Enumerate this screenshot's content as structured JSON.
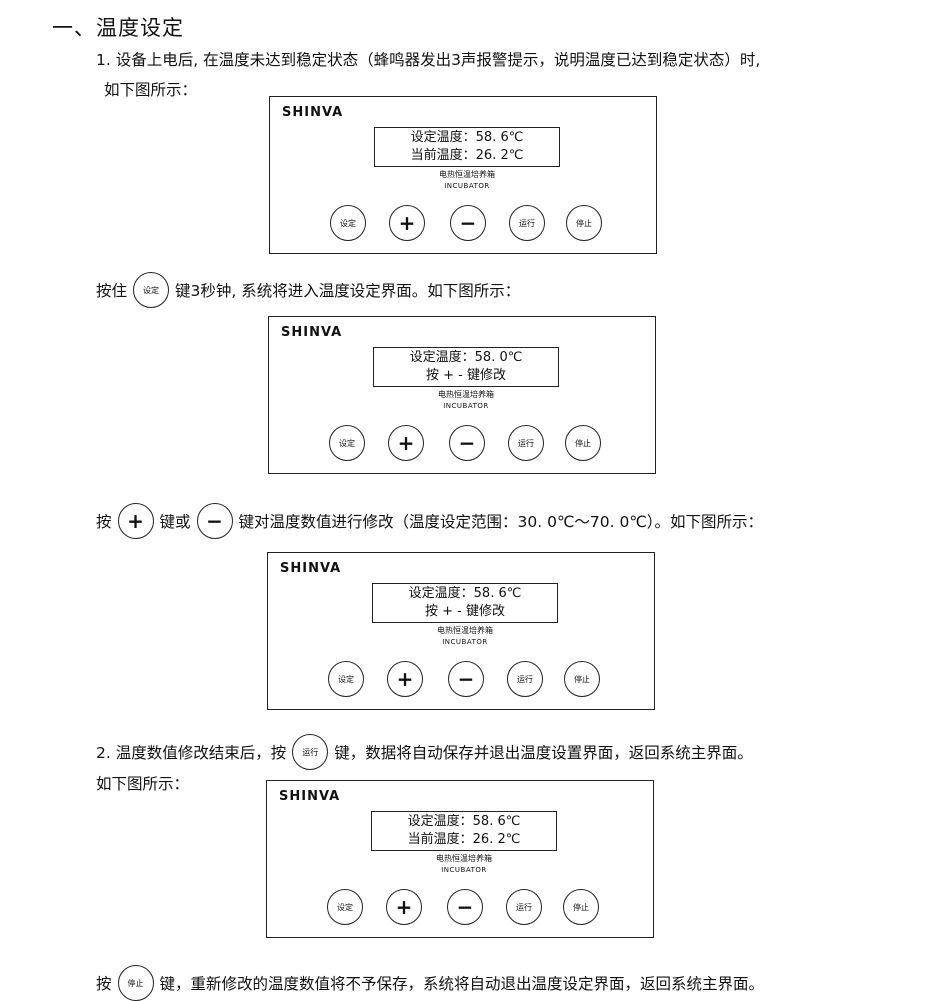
{
  "heading": "一、温度设定",
  "step1": {
    "line1": "1. 设备上电后, 在温度未达到稳定状态（蜂鸣器发出3声报警提示，说明温度已达到稳定状态）时,",
    "line2": "如下图所示："
  },
  "hold": {
    "prefix": "按住",
    "button": "设定",
    "suffix": "键3秒钟, 系统将进入温度设定界面。如下图所示："
  },
  "modify": {
    "prefix": "按",
    "plus": "+",
    "middle": "键或",
    "minus": "−",
    "suffix": "键对温度数值进行修改（温度设定范围：30. 0℃～70. 0℃）。如下图所示："
  },
  "step2": {
    "prefix": "2. 温度数值修改结束后，按",
    "button": "运行",
    "suffix": "键，数据将自动保存并退出温度设置界面，返回系统主界面。",
    "line2": "如下图所示："
  },
  "final": {
    "prefix": "按",
    "button": "停止",
    "suffix": "键，重新修改的温度数值将不予保存，系统将自动退出温度设定界面，返回系统主界面。"
  },
  "panels": [
    {
      "brand": "SHINVA",
      "lcd_line1": "设定温度：58. 6℃",
      "lcd_line2": "当前温度：26. 2℃",
      "label_cn": "电热恒温培养箱",
      "label_en": "INCUBATOR",
      "keys": [
        "设定",
        "+",
        "−",
        "运行",
        "停止"
      ]
    },
    {
      "brand": "SHINVA",
      "lcd_line1": "设定温度：58. 0℃",
      "lcd_line2": "按 + - 键修改",
      "label_cn": "电热恒温培养箱",
      "label_en": "INCUBATOR",
      "keys": [
        "设定",
        "+",
        "−",
        "运行",
        "停止"
      ]
    },
    {
      "brand": "SHINVA",
      "lcd_line1": "设定温度：58. 6℃",
      "lcd_line2": "按 + - 键修改",
      "label_cn": "电热恒温培养箱",
      "label_en": "INCUBATOR",
      "keys": [
        "设定",
        "+",
        "−",
        "运行",
        "停止"
      ]
    },
    {
      "brand": "SHINVA",
      "lcd_line1": "设定温度：58. 6℃",
      "lcd_line2": "当前温度：26. 2℃",
      "label_cn": "电热恒温培养箱",
      "label_en": "INCUBATOR",
      "keys": [
        "设定",
        "+",
        "−",
        "运行",
        "停止"
      ]
    }
  ]
}
